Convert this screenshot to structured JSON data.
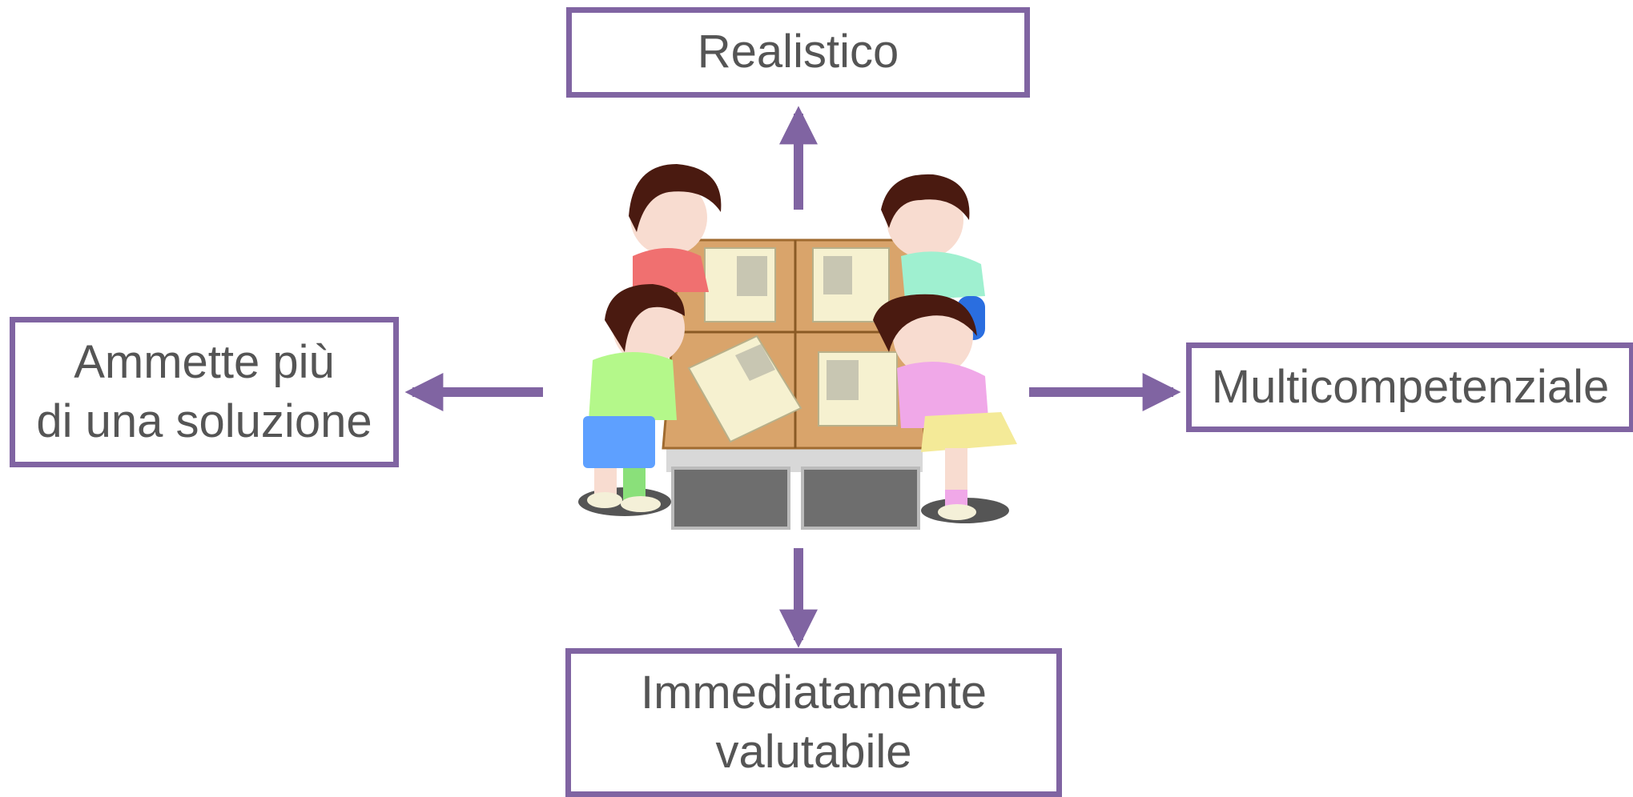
{
  "colors": {
    "accent": "#8064a2",
    "text": "#555555"
  },
  "center_image": {
    "icon": "children-at-table-illustration"
  },
  "nodes": {
    "top": {
      "label": "Realistico"
    },
    "left": {
      "line1": "Ammette più",
      "line2": "di una soluzione"
    },
    "right": {
      "label": "Multicompetenziale"
    },
    "bottom": {
      "line1": "Immediatamente",
      "line2": "valutabile"
    }
  }
}
